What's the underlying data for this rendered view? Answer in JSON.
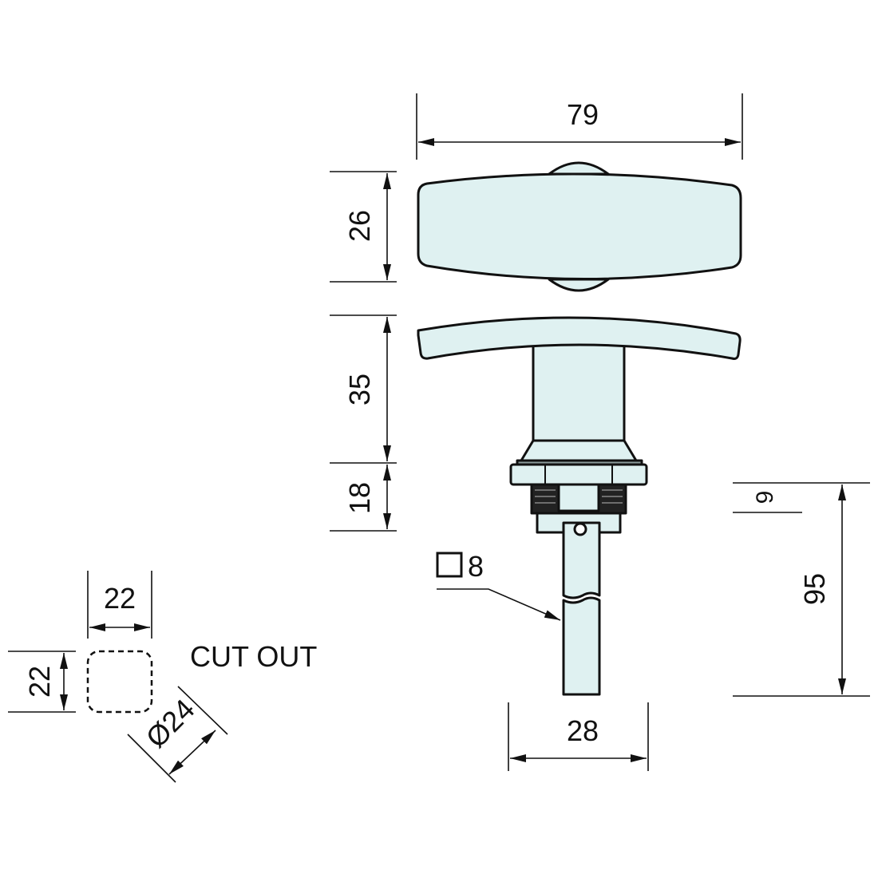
{
  "drawing": {
    "fill_color": "#dff1f1",
    "line_color": "#111111",
    "dimensions": {
      "handle_width": "79",
      "handle_depth": "26",
      "handle_height": "35",
      "nut_height": "18",
      "thread_offset": "9",
      "overall_length": "95",
      "base_width": "28",
      "square_shaft": "8",
      "cutout_width": "22",
      "cutout_height": "22",
      "cutout_diameter": "Ø24"
    },
    "labels": {
      "cutout": "CUT OUT"
    },
    "icons": {
      "square_symbol": "square-icon"
    }
  }
}
